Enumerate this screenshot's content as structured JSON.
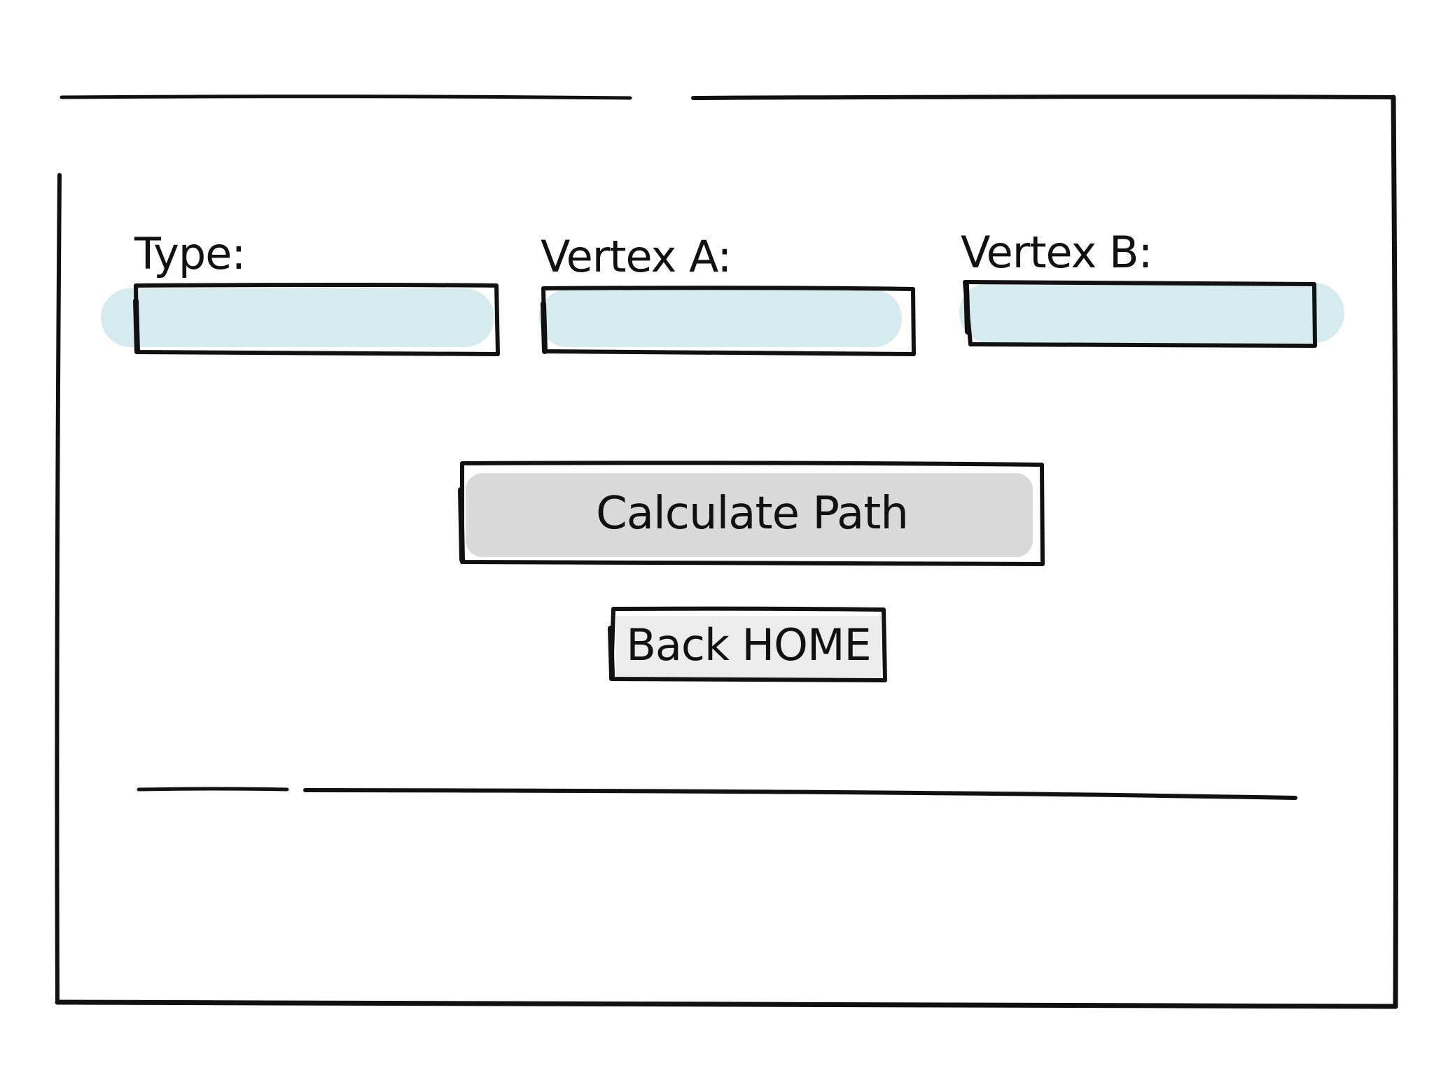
{
  "form": {
    "type_label": "Type:",
    "type_value": "",
    "vertex_a_label": "Vertex A:",
    "vertex_a_value": "",
    "vertex_b_label": "Vertex B:",
    "vertex_b_value": ""
  },
  "buttons": {
    "calculate_label": "Calculate Path",
    "back_label": "Back HOME"
  },
  "colors": {
    "input_fill": "#d6ebf0",
    "button_fill": "#d9d9d9",
    "stroke": "#111111",
    "background": "#ffffff"
  }
}
